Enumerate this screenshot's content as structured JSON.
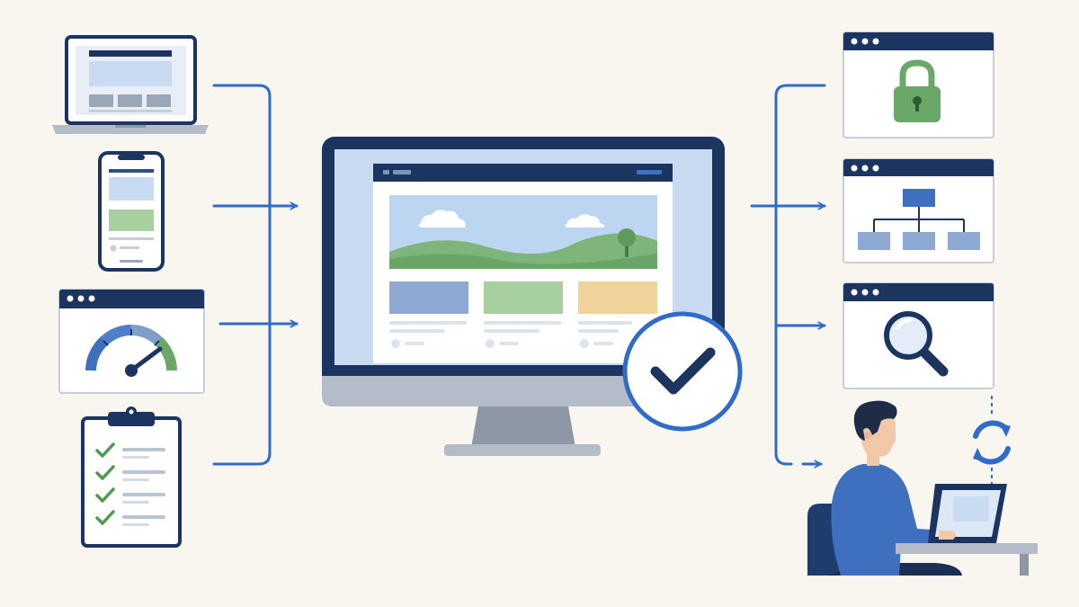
{
  "colors": {
    "background": "#f8f6ef",
    "navy": "#1b3560",
    "blue": "#2f6cc8",
    "light_blue": "#c9dbf1",
    "green": "#6aa86a",
    "amber": "#efd39a",
    "gray": "#9aa7b6"
  },
  "inputs": [
    {
      "name": "laptop-device",
      "icon": "laptop-icon"
    },
    {
      "name": "phone-device",
      "icon": "smartphone-icon"
    },
    {
      "name": "performance-window",
      "icon": "speedometer-icon"
    },
    {
      "name": "checklist-clipboard",
      "icon": "clipboard-checklist-icon"
    }
  ],
  "center": {
    "icon": "desktop-monitor-icon",
    "badge_icon": "checkmark-icon"
  },
  "outputs": [
    {
      "name": "security-window",
      "icon": "padlock-icon"
    },
    {
      "name": "sitemap-window",
      "icon": "sitemap-icon"
    },
    {
      "name": "search-window",
      "icon": "magnifier-icon"
    },
    {
      "name": "maintenance-person",
      "icon": "person-at-laptop-icon",
      "badge_icon": "refresh-cycle-icon"
    }
  ]
}
